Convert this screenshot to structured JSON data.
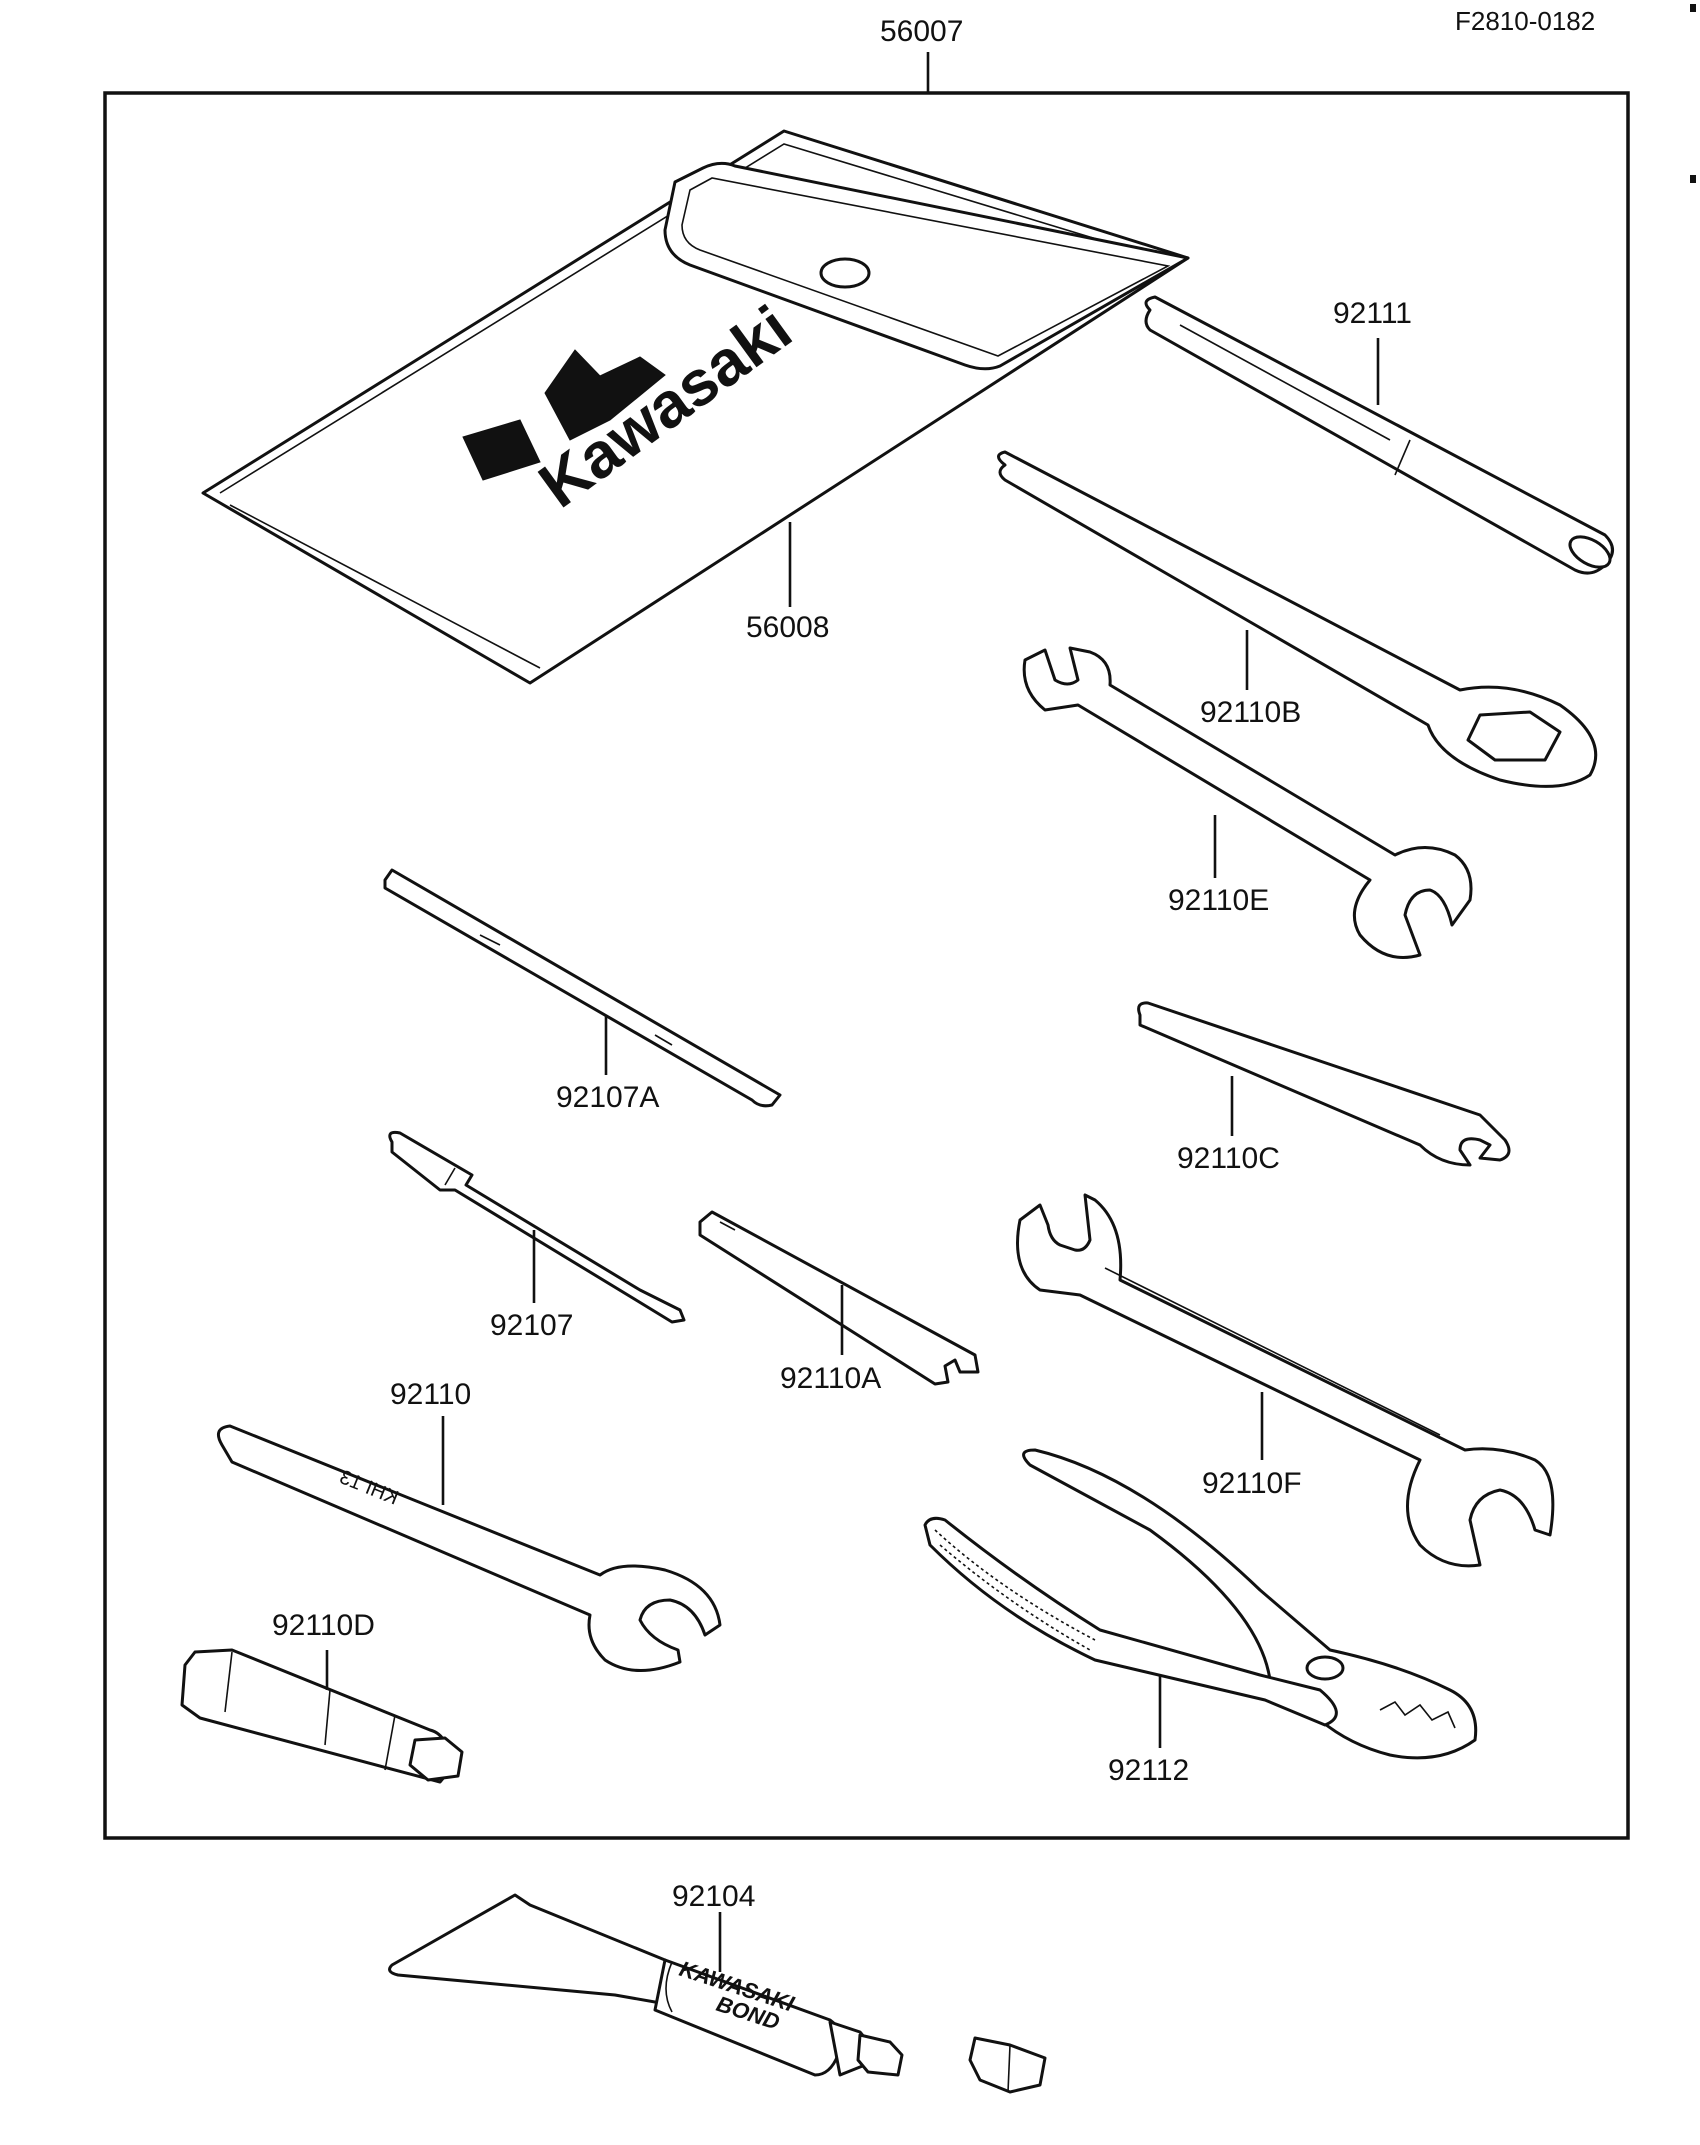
{
  "figure_code": "F2810-0182",
  "kit_label": "56007",
  "parts": [
    {
      "id": "pouch",
      "label": "56008"
    },
    {
      "id": "extension-bar",
      "label": "92111"
    },
    {
      "id": "ring-wrench",
      "label": "92110B"
    },
    {
      "id": "small-open-wrench",
      "label": "92110E"
    },
    {
      "id": "double-screwdriver",
      "label": "92107A"
    },
    {
      "id": "hook-spanner",
      "label": "92110C"
    },
    {
      "id": "screwdriver",
      "label": "92107"
    },
    {
      "id": "flat-spanner",
      "label": "92110A"
    },
    {
      "id": "large-open-wrench",
      "label": "92110F"
    },
    {
      "id": "open-wrench",
      "label": "92110"
    },
    {
      "id": "plug-wrench",
      "label": "92110D"
    },
    {
      "id": "pliers",
      "label": "92112"
    },
    {
      "id": "bond-tube",
      "label": "92104"
    }
  ],
  "pouch_logo": "Kawasaki",
  "tube_print": [
    "KAWASAKI",
    "BOND"
  ],
  "wrench_stamp": "KHI 13"
}
